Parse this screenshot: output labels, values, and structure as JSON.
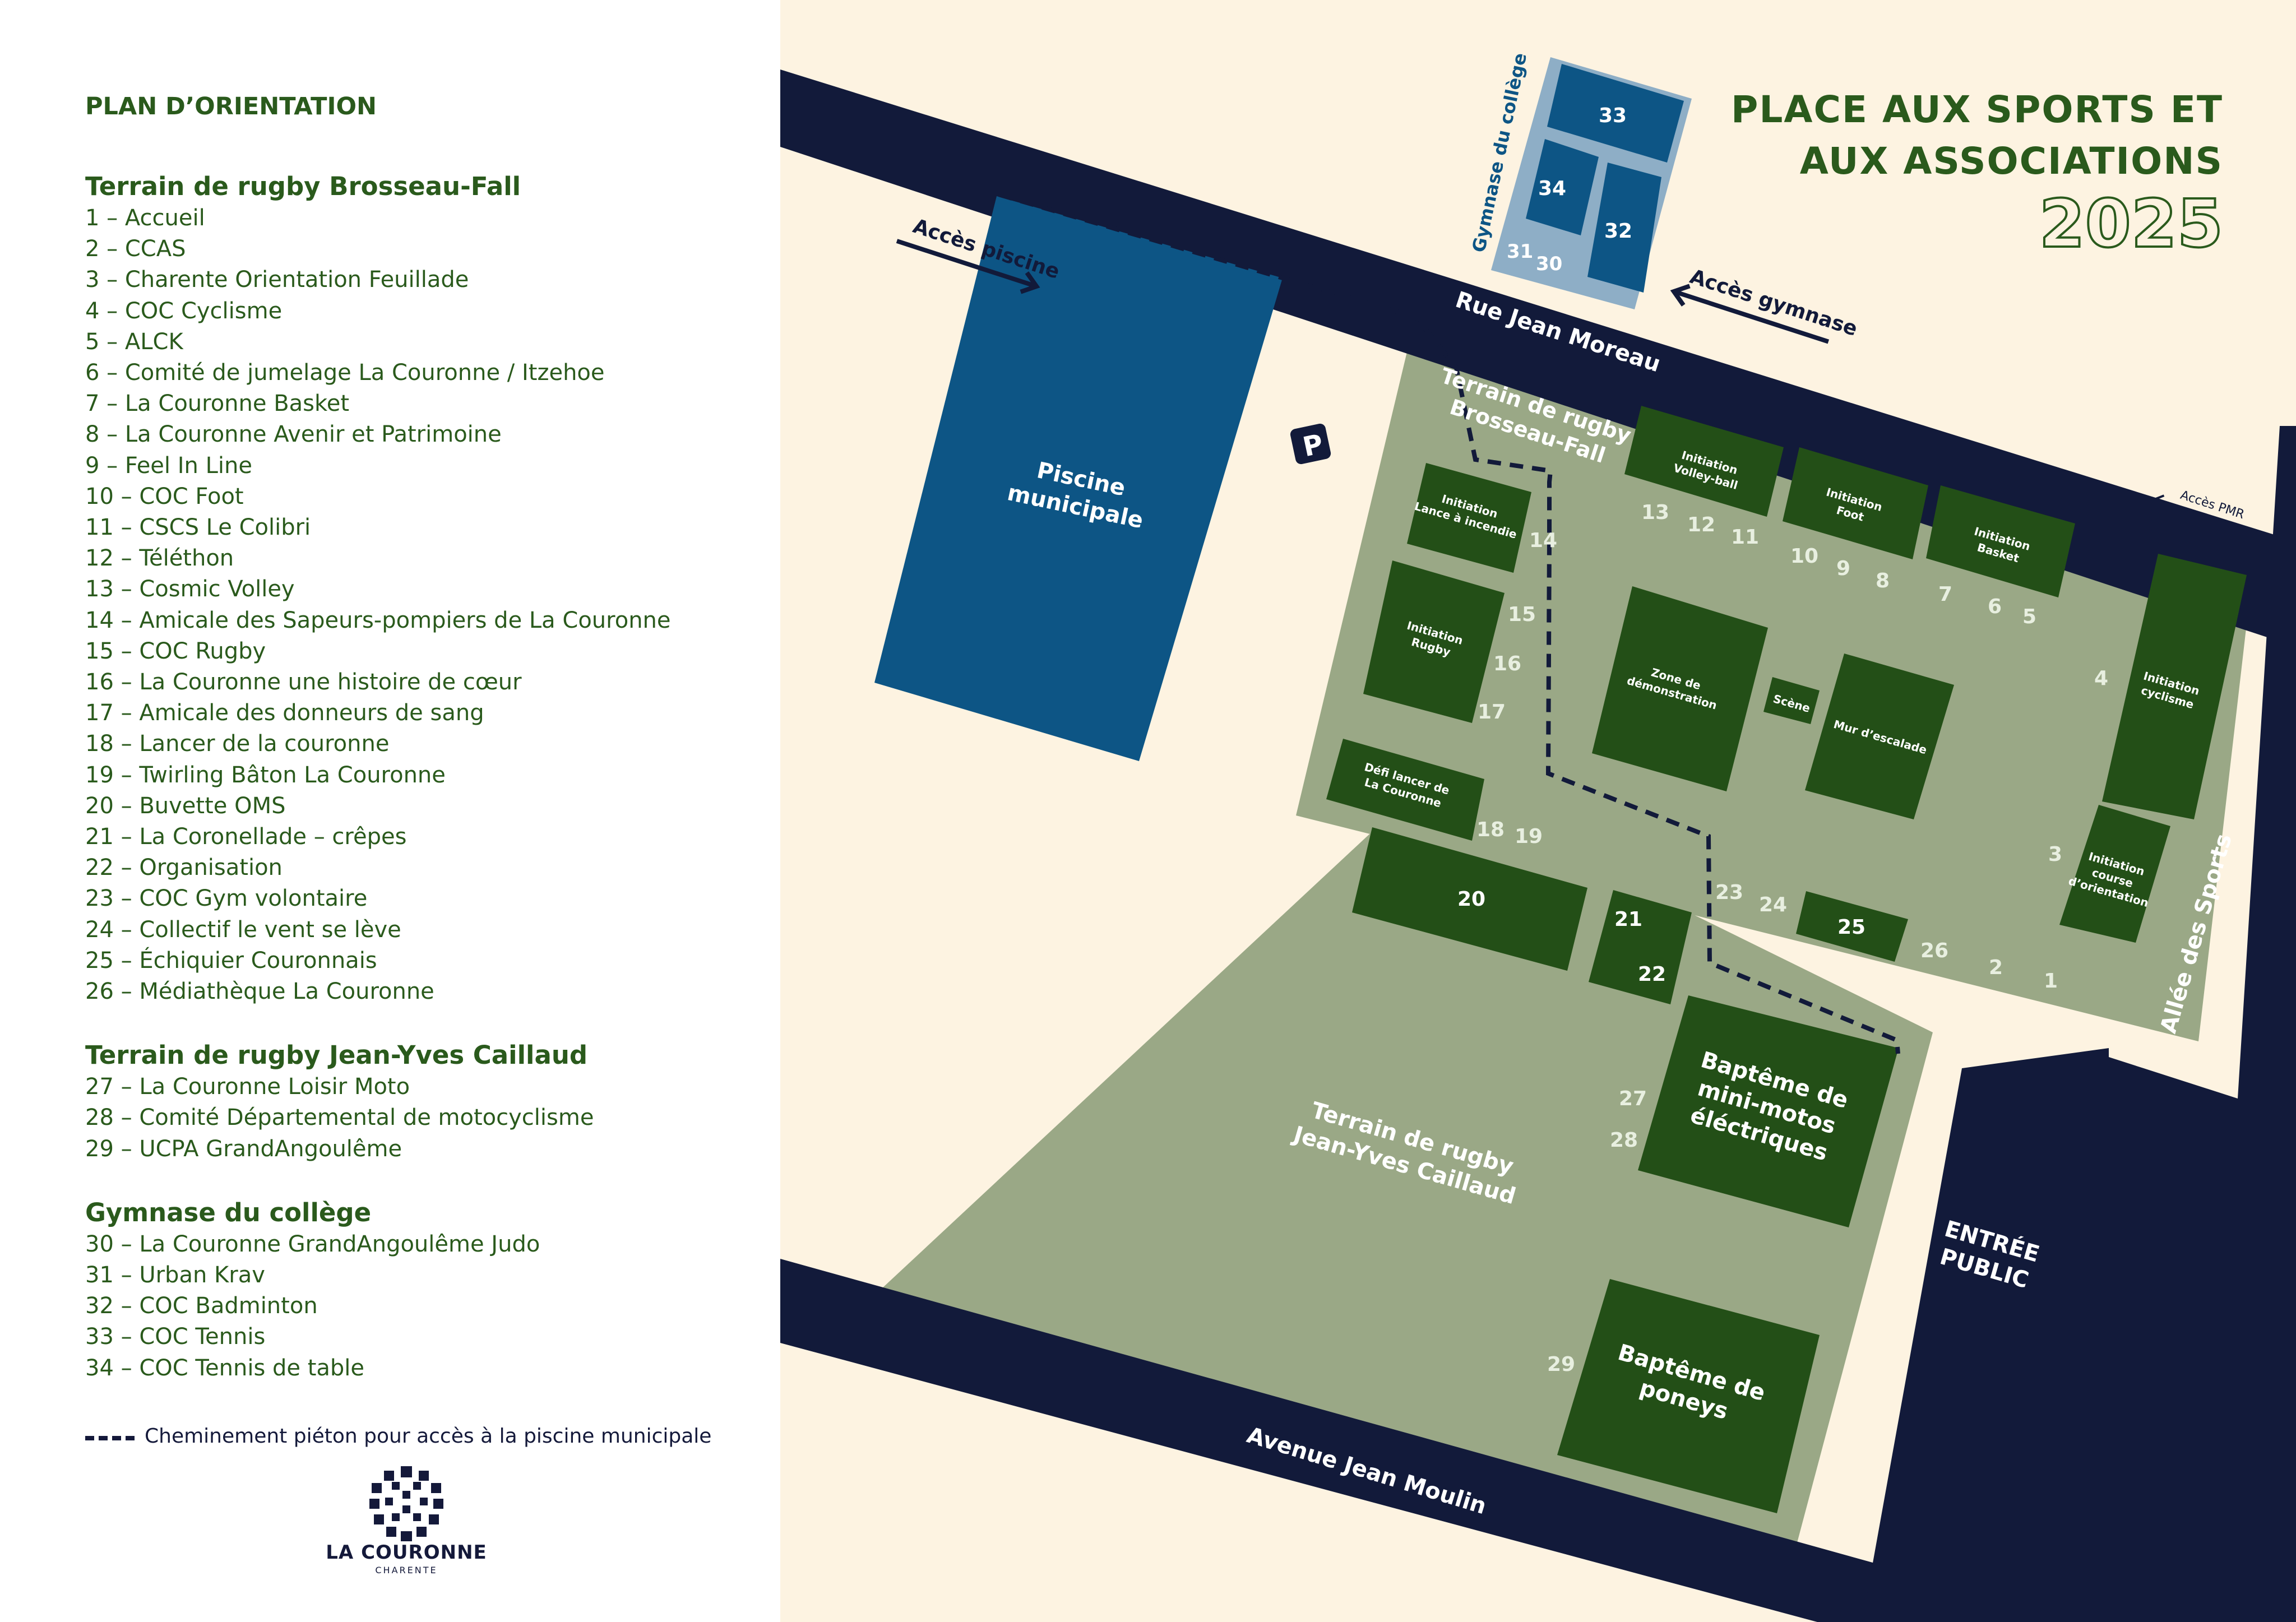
{
  "legend": {
    "heading": "PLAN D’ORIENTATION",
    "sections": [
      {
        "title": "Terrain de rugby Brosseau-Fall",
        "items": [
          "1 – Accueil",
          "2 – CCAS",
          "3 – Charente Orientation Feuillade",
          "4 – COC Cyclisme",
          "5 – ALCK",
          "6 – Comité de jumelage La Couronne / Itzehoe",
          "7 – La Couronne Basket",
          "8 – La Couronne Avenir et Patrimoine",
          "9 – Feel In Line",
          "10 – COC Foot",
          "11 – CSCS Le Colibri",
          "12 – Téléthon",
          "13 – Cosmic Volley",
          "14 – Amicale des Sapeurs-pompiers de La Couronne",
          "15 – COC Rugby",
          "16 – La Couronne une histoire de cœur",
          "17 – Amicale des donneurs de sang",
          "18 – Lancer de la couronne",
          "19 – Twirling Bâton La Couronne",
          "20 – Buvette OMS",
          "21 – La Coronellade – crêpes",
          "22 – Organisation",
          "23 – COC Gym volontaire",
          "24 – Collectif le vent se lève",
          "25 – Échiquier Couronnais",
          "26 – Médiathèque La Couronne"
        ]
      },
      {
        "title": "Terrain de rugby Jean-Yves Caillaud",
        "items": [
          "27 – La Couronne Loisir Moto",
          "28 – Comité Départemental de motocyclisme",
          "29 – UCPA GrandAngoulême"
        ]
      },
      {
        "title": "Gymnase du collège",
        "items": [
          "30 – La Couronne GrandAngoulême Judo",
          "31 – Urban Krav",
          "32 – COC Badminton",
          "33 – COC Tennis",
          "34 – COC Tennis de table"
        ]
      }
    ],
    "path_note": "Cheminement piéton pour accès à la piscine municipale"
  },
  "logo": {
    "name": "LA COURONNE",
    "sub": "CHARENTE"
  },
  "title": {
    "line1": "PLACE AUX SPORTS ET",
    "line2": "AUX ASSOCIATIONS",
    "year": "2025"
  },
  "map": {
    "streets": {
      "rue_jean_moreau": "Rue Jean Moreau",
      "avenue_jean_moulin": "Avenue Jean Moulin",
      "allee_des_sports": "Allée des Sports"
    },
    "access": {
      "piscine": "Accès piscine",
      "gymnase": "Accès gymnase",
      "pmr": "Accès PMR"
    },
    "gymnase_label": "Gymnase du collège",
    "piscine": [
      "Piscine",
      "municipale"
    ],
    "parking": "P",
    "terrain_brosseau": [
      "Terrain de rugby",
      "Brosseau-Fall"
    ],
    "terrain_caillaud": [
      "Terrain de rugby",
      "Jean-Yves Caillaud"
    ],
    "entree": [
      "ENTRÉE",
      "PUBLIC"
    ],
    "zones": {
      "volley": [
        "Initiation",
        "Volley-ball"
      ],
      "foot": [
        "Initiation",
        "Foot"
      ],
      "basket": [
        "Initiation",
        "Basket"
      ],
      "incendie": [
        "Initiation",
        "Lance à incendie"
      ],
      "rugby": [
        "Initiation",
        "Rugby"
      ],
      "demo": [
        "Zone de",
        "démonstration"
      ],
      "scene": [
        "Scène"
      ],
      "escalade": [
        "Mur d’escalade"
      ],
      "cyclisme": [
        "Initiation",
        "cyclisme"
      ],
      "orientation": [
        "Initiation",
        "course",
        "d’orientation"
      ],
      "lancer": [
        "Défi lancer de",
        "La Couronne"
      ],
      "motos": [
        "Baptême de",
        "mini-motos",
        "éléctriques"
      ],
      "poneys": [
        "Baptême de",
        "poneys"
      ]
    },
    "numbers": {
      "n1": "1",
      "n2": "2",
      "n3": "3",
      "n4": "4",
      "n5": "5",
      "n6": "6",
      "n7": "7",
      "n8": "8",
      "n9": "9",
      "n10": "10",
      "n11": "11",
      "n12": "12",
      "n13": "13",
      "n14": "14",
      "n15": "15",
      "n16": "16",
      "n17": "17",
      "n18": "18",
      "n19": "19",
      "n20": "20",
      "n21": "21",
      "n22": "22",
      "n23": "23",
      "n24": "24",
      "n25": "25",
      "n26": "26",
      "n27": "27",
      "n28": "28",
      "n29": "29",
      "n30": "30",
      "n31": "31",
      "n32": "32",
      "n33": "33",
      "n34": "34"
    }
  },
  "colors": {
    "background": "#fdf3e1",
    "road": "#121a3a",
    "grass": "#9aa886",
    "stand": "#234f17",
    "pool": "#0d5585",
    "gym": "#8eaec6",
    "text_green": "#2a5a1c"
  }
}
